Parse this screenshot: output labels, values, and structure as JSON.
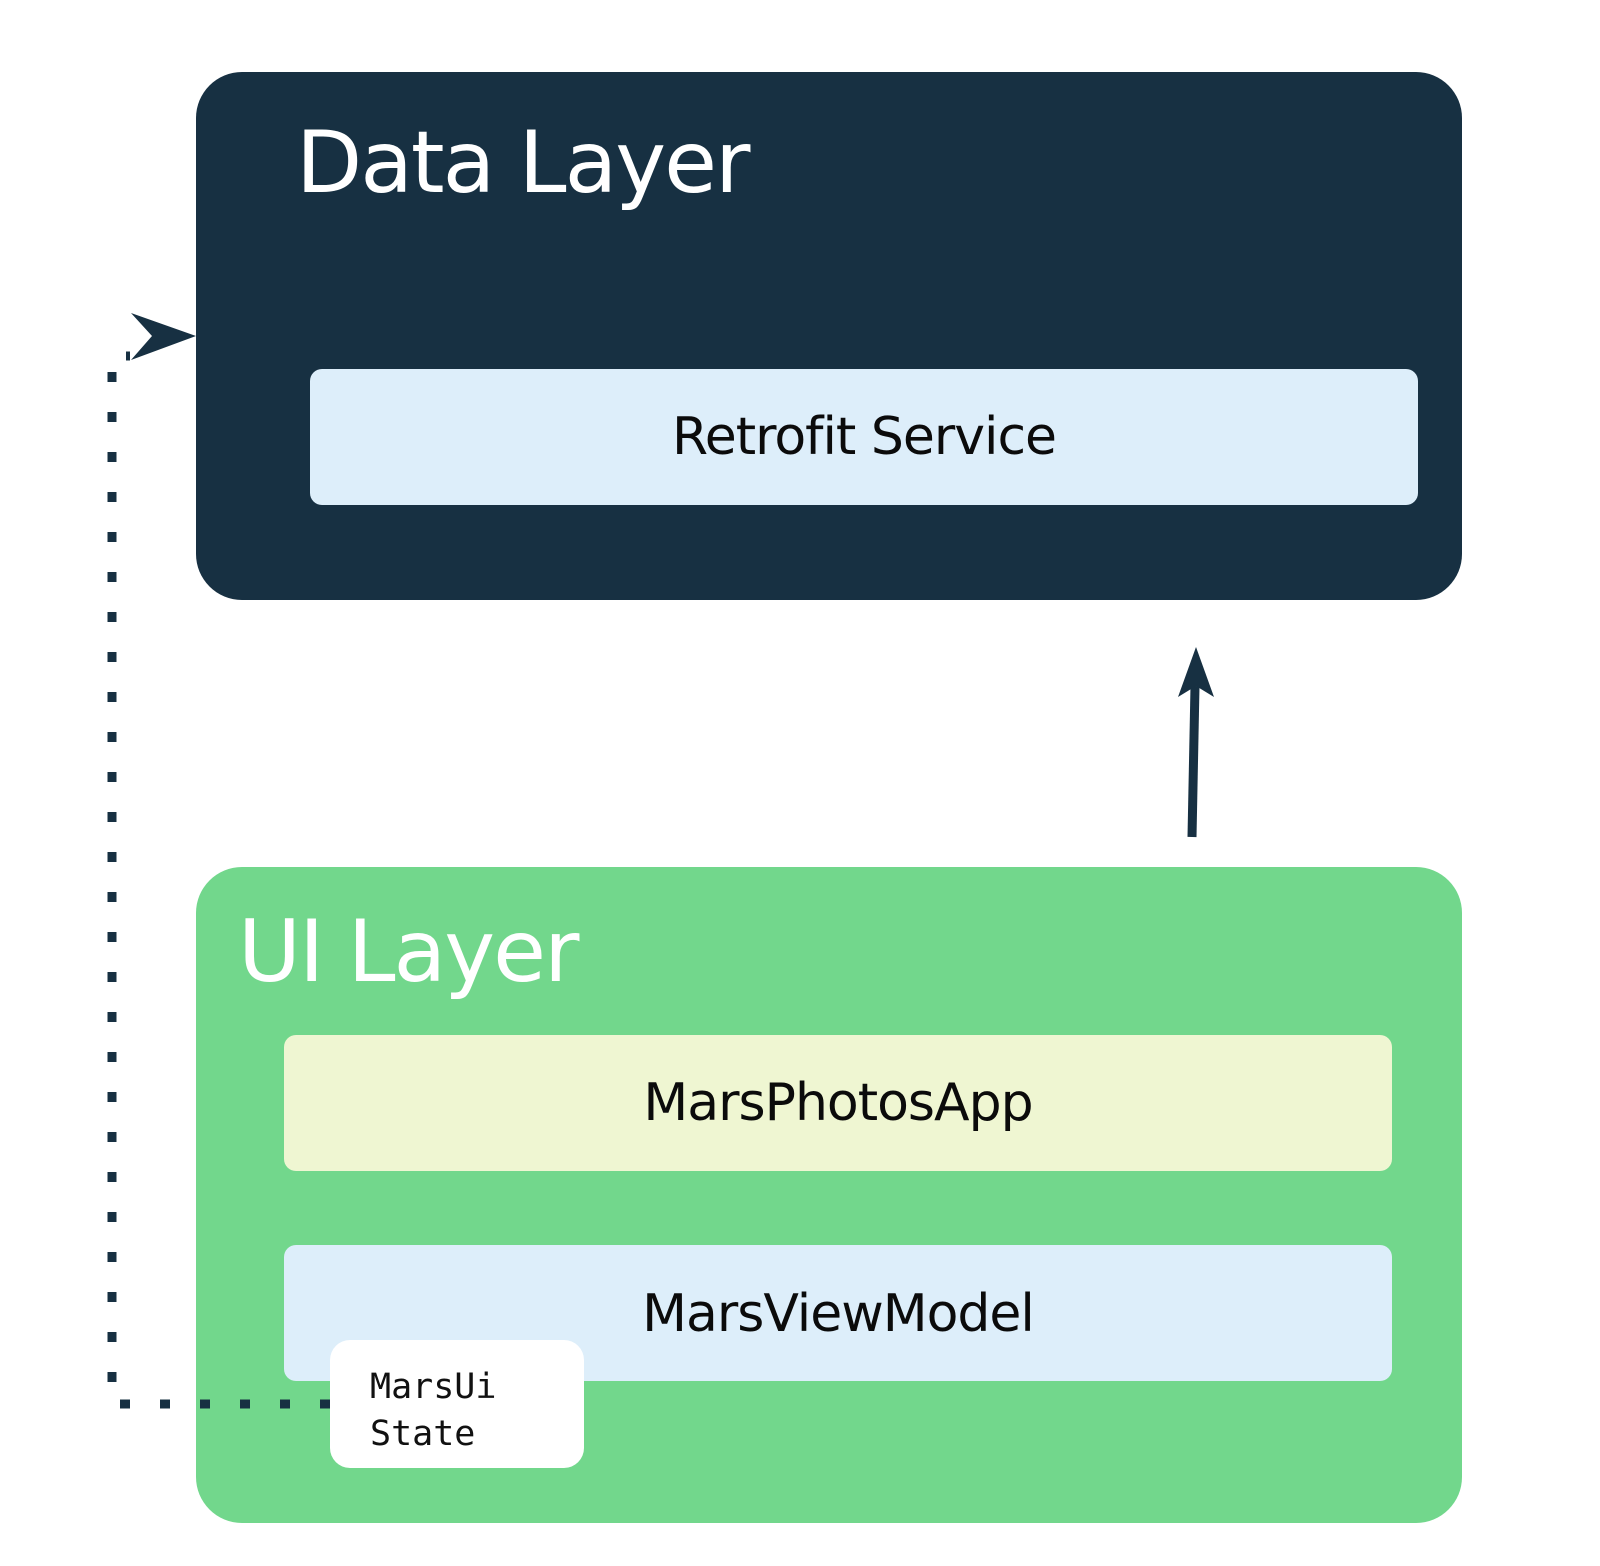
{
  "data_layer": {
    "title": "Data Layer",
    "components": [
      "Retrofit Service"
    ]
  },
  "ui_layer": {
    "title": "UI Layer",
    "components": [
      "MarsPhotosApp",
      "MarsViewModel"
    ],
    "state": {
      "line1": "MarsUi",
      "line2": "State"
    }
  },
  "colors": {
    "data_layer": "#173042",
    "ui_layer": "#72d78c",
    "component_blue": "#ddeefa",
    "component_yellow": "#eff6d2",
    "connector": "#173042"
  },
  "connectors": [
    {
      "from": "ui-layer",
      "to": "data-layer",
      "style": "solid",
      "arrow": "end"
    },
    {
      "from": "ui-state",
      "to": "data-layer",
      "style": "dotted",
      "arrow": "end"
    }
  ]
}
